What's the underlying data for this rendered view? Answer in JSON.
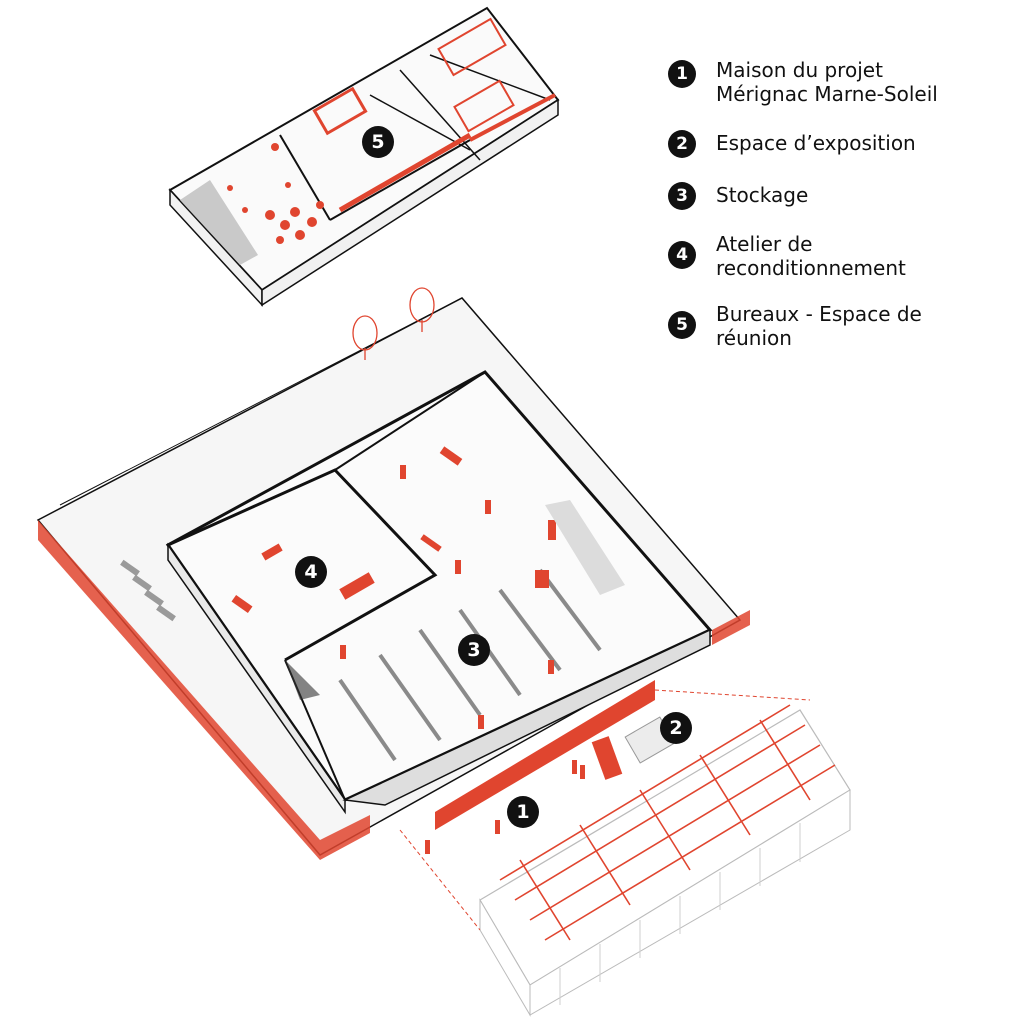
{
  "legend": [
    {
      "number": "1",
      "lines": [
        "Maison du projet",
        "Mérignac Marne-Soleil"
      ]
    },
    {
      "number": "2",
      "lines": [
        "Espace d’exposition"
      ]
    },
    {
      "number": "3",
      "lines": [
        "Stockage"
      ]
    },
    {
      "number": "4",
      "lines": [
        "Atelier de",
        "reconditionnement"
      ]
    },
    {
      "number": "5",
      "lines": [
        "Bureaux - Espace de",
        "réunion"
      ]
    }
  ],
  "markers": {
    "m1": "1",
    "m2": "2",
    "m3": "3",
    "m4": "4",
    "m5": "5"
  },
  "colors": {
    "accent": "#e0452f",
    "ink": "#111111",
    "shade": "#bdbdbd"
  }
}
